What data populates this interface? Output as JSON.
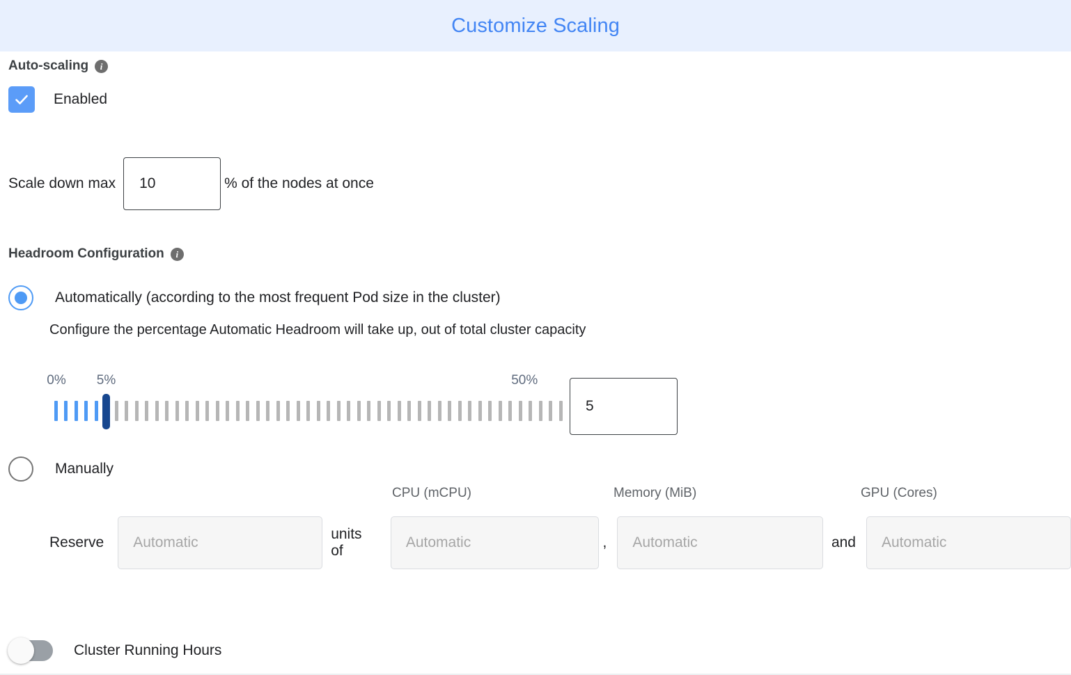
{
  "header": {
    "title": "Customize Scaling",
    "background": "#e8f0fe",
    "title_color": "#4285f4"
  },
  "autoscaling": {
    "section_label": "Auto-scaling",
    "info_glyph": "i",
    "checkbox_label": "Enabled",
    "checkbox_checked": true,
    "checkbox_color": "#5b9cf8",
    "scale_down": {
      "prefix_label": "Scale down max",
      "value": "10",
      "suffix_label": "% of the nodes at once"
    }
  },
  "headroom": {
    "section_label": "Headroom Configuration",
    "info_glyph": "i",
    "options": [
      {
        "id": "automatic",
        "label": "Automatically (according to the most frequent Pod size in the cluster)",
        "selected": true,
        "description": "Configure the percentage Automatic Headroom will take up, out of total cluster capacity"
      },
      {
        "id": "manual",
        "label": "Manually",
        "selected": false
      }
    ],
    "slider": {
      "min_label": "0%",
      "max_label": "50%",
      "current_label": "5%",
      "min": 0,
      "max": 50,
      "value": 5,
      "step": 1,
      "tick_count": 51,
      "active_color": "#4e9af5",
      "inactive_color": "#b6b6b6",
      "thumb_color": "#17478f",
      "value_box": "5"
    },
    "manual_reserve": {
      "reserve_label": "Reserve",
      "units_of_label": "units of",
      "comma_label": ",",
      "and_label": "and",
      "columns": [
        {
          "header": "",
          "placeholder": "Automatic",
          "value": ""
        },
        {
          "header": "CPU (mCPU)",
          "placeholder": "Automatic",
          "value": ""
        },
        {
          "header": "Memory (MiB)",
          "placeholder": "Automatic",
          "value": ""
        },
        {
          "header": "GPU (Cores)",
          "placeholder": "Automatic",
          "value": ""
        }
      ]
    }
  },
  "cluster_running_hours": {
    "label": "Cluster Running Hours",
    "enabled": false,
    "off_color": "#9aa0a6"
  }
}
